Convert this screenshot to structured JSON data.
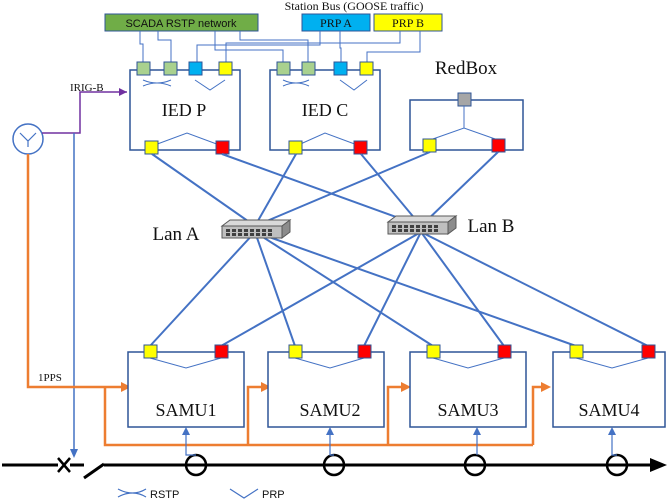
{
  "header": {
    "scada_label": "SCADA RSTP network",
    "station_bus_label": "Station Bus (GOOSE traffic)",
    "prp_a_label": "PRP A",
    "prp_b_label": "PRP B"
  },
  "devices": {
    "ied_p": "IED P",
    "ied_c": "IED C",
    "redbox": "RedBox",
    "lan_a": "Lan A",
    "lan_b": "Lan B",
    "samu1": "SAMU1",
    "samu2": "SAMU2",
    "samu3": "SAMU3",
    "samu4": "SAMU4"
  },
  "signals": {
    "irig_b": "IRIG-B",
    "pps": "1PPS"
  },
  "legend": {
    "rstp": "RSTP",
    "prp": "PRP"
  },
  "colors": {
    "network_line": "#4472c4",
    "sync_line": "#ed7d31",
    "irig_line": "#7030a0",
    "scada_fill": "#70ad47",
    "prp_a_fill": "#00b0f0",
    "prp_b_fill": "#ffff00",
    "port_red": "#ff0000"
  }
}
